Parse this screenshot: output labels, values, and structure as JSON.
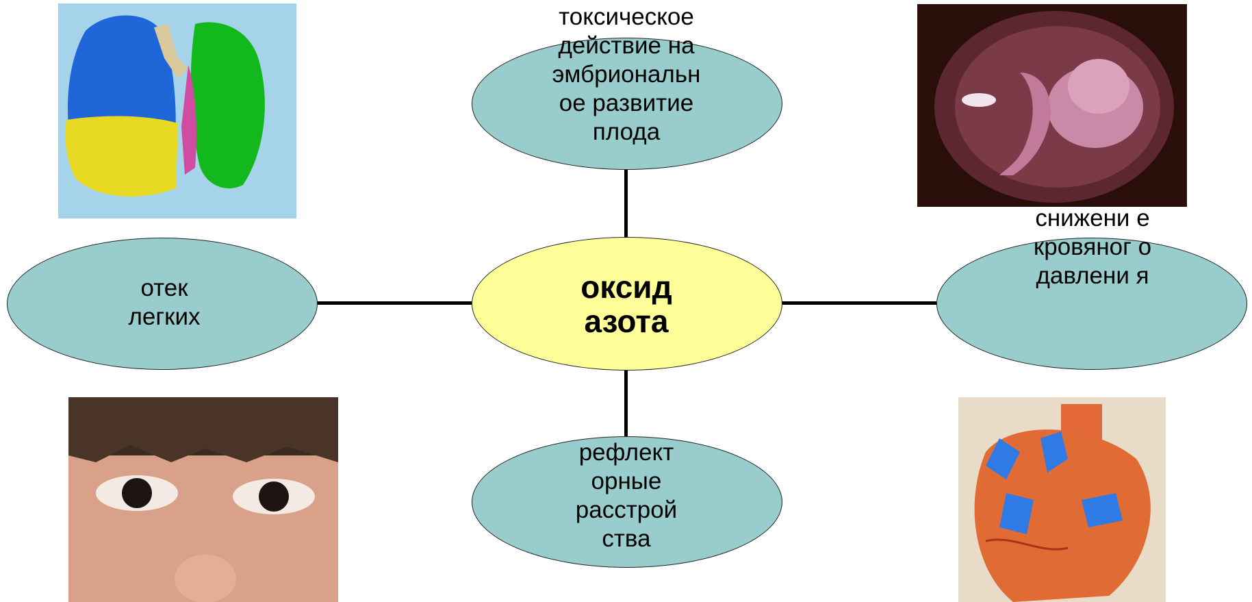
{
  "diagram": {
    "center": {
      "label": "оксид азота",
      "fill": "#ffff99"
    },
    "nodes": [
      {
        "id": "top",
        "label": "токсическое действие на эмбриональн ое развитие плода"
      },
      {
        "id": "left",
        "label": "отек легких"
      },
      {
        "id": "right",
        "label": "снижени е кровяног о давлени я"
      },
      {
        "id": "bottom",
        "label": "рефлект орные расстрой ства"
      }
    ],
    "node_fill": "#99cccc"
  },
  "images": [
    {
      "name": "lungs-image",
      "depicts": "lungs model"
    },
    {
      "name": "embryo-image",
      "depicts": "embryo"
    },
    {
      "name": "child-eyes-image",
      "depicts": "child face"
    },
    {
      "name": "heart-image",
      "depicts": "heart model"
    }
  ]
}
